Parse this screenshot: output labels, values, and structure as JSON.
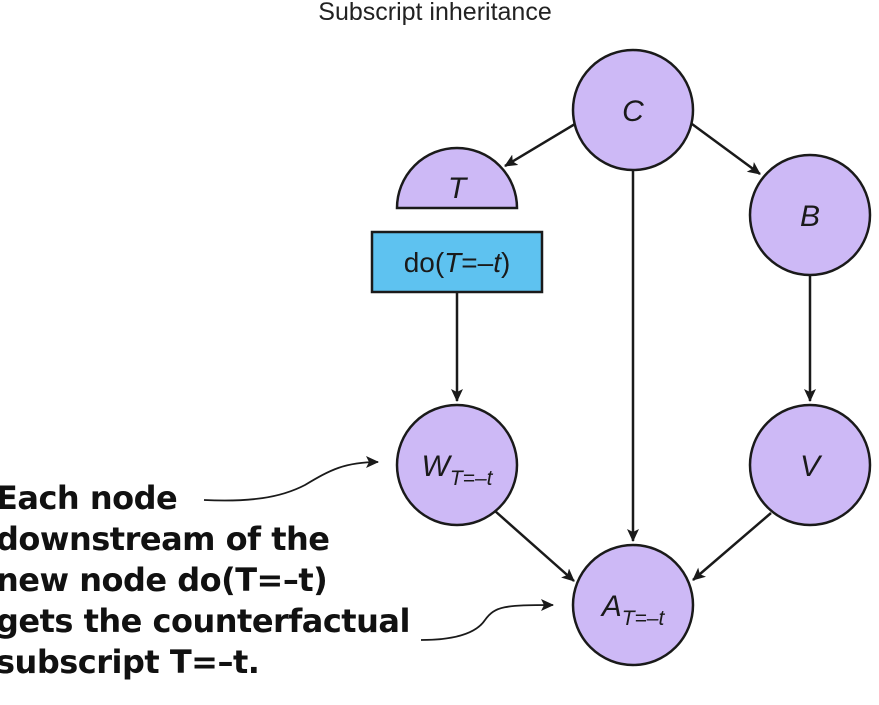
{
  "title": "Subscript inheritance",
  "colors": {
    "node_fill": "#CDB9F6",
    "intervention_fill": "#5EC2F0",
    "stroke": "#1a1a1a"
  },
  "nodes": [
    {
      "id": "C",
      "label": "C",
      "subscript": "",
      "shape": "circle"
    },
    {
      "id": "T",
      "label": "T",
      "subscript": "",
      "shape": "half-circle"
    },
    {
      "id": "do",
      "label": "do(T=–t)",
      "subscript": "",
      "shape": "rectangle"
    },
    {
      "id": "B",
      "label": "B",
      "subscript": "",
      "shape": "circle"
    },
    {
      "id": "W",
      "label": "W",
      "subscript": "T=–t",
      "shape": "circle"
    },
    {
      "id": "V",
      "label": "V",
      "subscript": "",
      "shape": "circle"
    },
    {
      "id": "A",
      "label": "A",
      "subscript": "T=–t",
      "shape": "circle"
    }
  ],
  "do_box": {
    "prefix": "do(",
    "var": "T",
    "rest": "=–",
    "val": "t",
    "suffix": ")"
  },
  "edges": [
    {
      "from": "C",
      "to": "T"
    },
    {
      "from": "C",
      "to": "B"
    },
    {
      "from": "C",
      "to": "A"
    },
    {
      "from": "do",
      "to": "W"
    },
    {
      "from": "B",
      "to": "V"
    },
    {
      "from": "W",
      "to": "A"
    },
    {
      "from": "V",
      "to": "A"
    }
  ],
  "annotation": {
    "lines": [
      "Each node",
      "downstream of the",
      "new node do(T=–t)",
      "gets the counterfactual",
      "subscript T=–t."
    ],
    "points_to": [
      "W",
      "A"
    ]
  }
}
